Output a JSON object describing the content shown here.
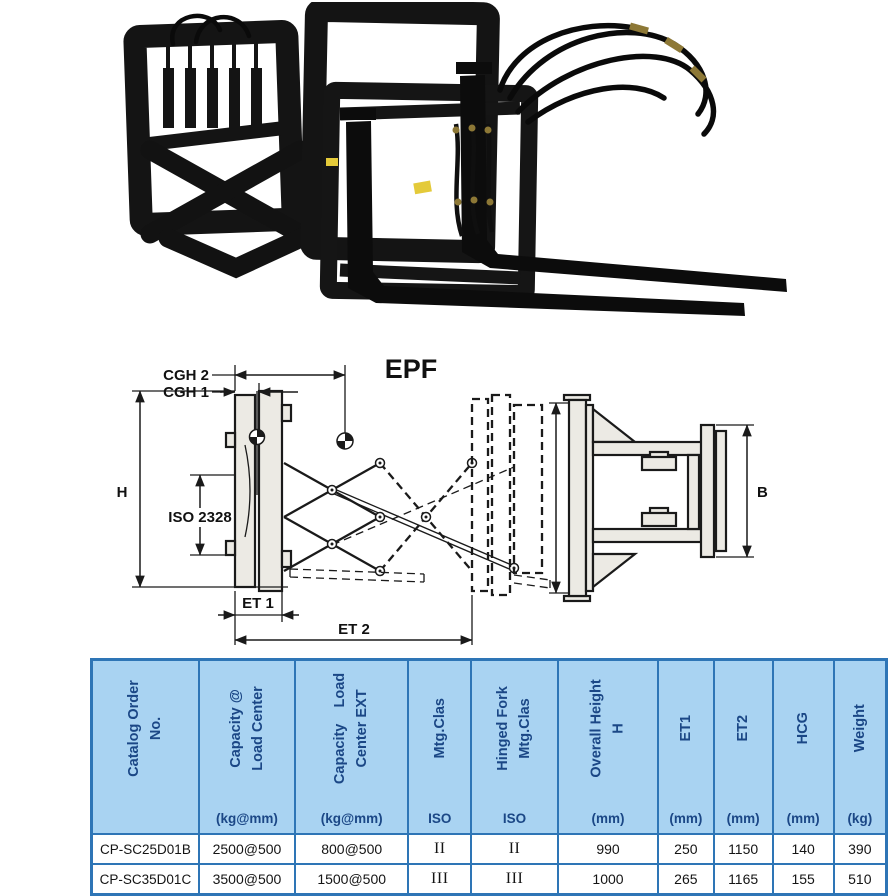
{
  "diagram": {
    "title": "EPF",
    "labels": {
      "cgh2": "CGH 2",
      "cgh1": "CGH 1",
      "h": "H",
      "iso": "ISO 2328",
      "et1": "ET 1",
      "et2": "ET 2",
      "b": "B"
    }
  },
  "table": {
    "columns": [
      {
        "header": "Catalog Order\nNo.",
        "unit": ""
      },
      {
        "header": "Capacity @\nLoad Center",
        "unit": "(kg@mm)"
      },
      {
        "header": "Capacity    Load\nCenter EXT",
        "unit": "(kg@mm)"
      },
      {
        "header": "Mtg.Clas",
        "unit": "ISO"
      },
      {
        "header": "Hinged Fork\nMtg.Clas",
        "unit": "ISO"
      },
      {
        "header": "Overall Height\nH",
        "unit": "(mm)"
      },
      {
        "header": "ET1",
        "unit": "(mm)"
      },
      {
        "header": "ET2",
        "unit": "(mm)"
      },
      {
        "header": "HCG",
        "unit": "(mm)"
      },
      {
        "header": "Weight",
        "unit": "(kg)"
      }
    ],
    "rows": [
      {
        "cells": [
          "CP-SC25D01B",
          "2500@500",
          "800@500",
          "II",
          "II",
          "990",
          "250",
          "1150",
          "140",
          "390"
        ]
      },
      {
        "cells": [
          "CP-SC35D01C",
          "3500@500",
          "1500@500",
          "III",
          "III",
          "1000",
          "265",
          "1165",
          "155",
          "510"
        ]
      }
    ]
  },
  "colors": {
    "table_border": "#2E75B6",
    "header_bg": "#A9D3F2",
    "header_text": "#1B4786",
    "row_text": "#141414",
    "drawing_line": "#1a1a1a",
    "photo_black": "#0c0c0c",
    "sticker_yellow": "#e4ca3a"
  }
}
